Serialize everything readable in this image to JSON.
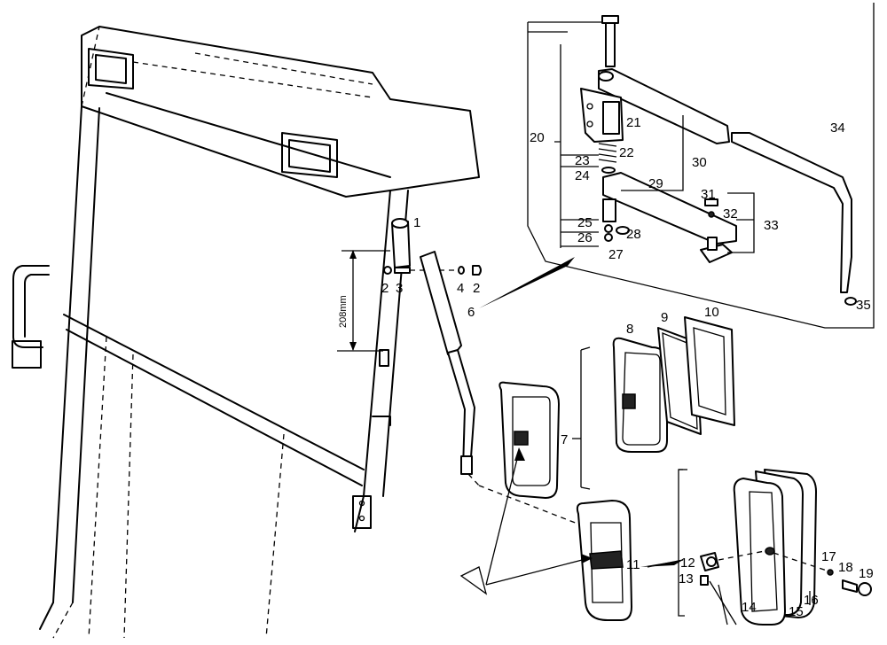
{
  "dimension": "208mm",
  "callouts": {
    "c1": "1",
    "c2a": "2",
    "c3": "3",
    "c4": "4",
    "c2b": "2",
    "c6": "6",
    "c7": "7",
    "c8": "8",
    "c9": "9",
    "c10": "10",
    "c11": "11",
    "c12": "12",
    "c13": "13",
    "c14": "14",
    "c15": "15",
    "c16": "16",
    "c17": "17",
    "c18": "18",
    "c19": "19",
    "c20": "20",
    "c21": "21",
    "c22": "22",
    "c23": "23",
    "c24": "24",
    "c25": "25",
    "c26": "26",
    "c27": "27",
    "c28": "28",
    "c29": "29",
    "c30": "30",
    "c31": "31",
    "c32": "32",
    "c33": "33",
    "c34": "34",
    "c35": "35"
  }
}
